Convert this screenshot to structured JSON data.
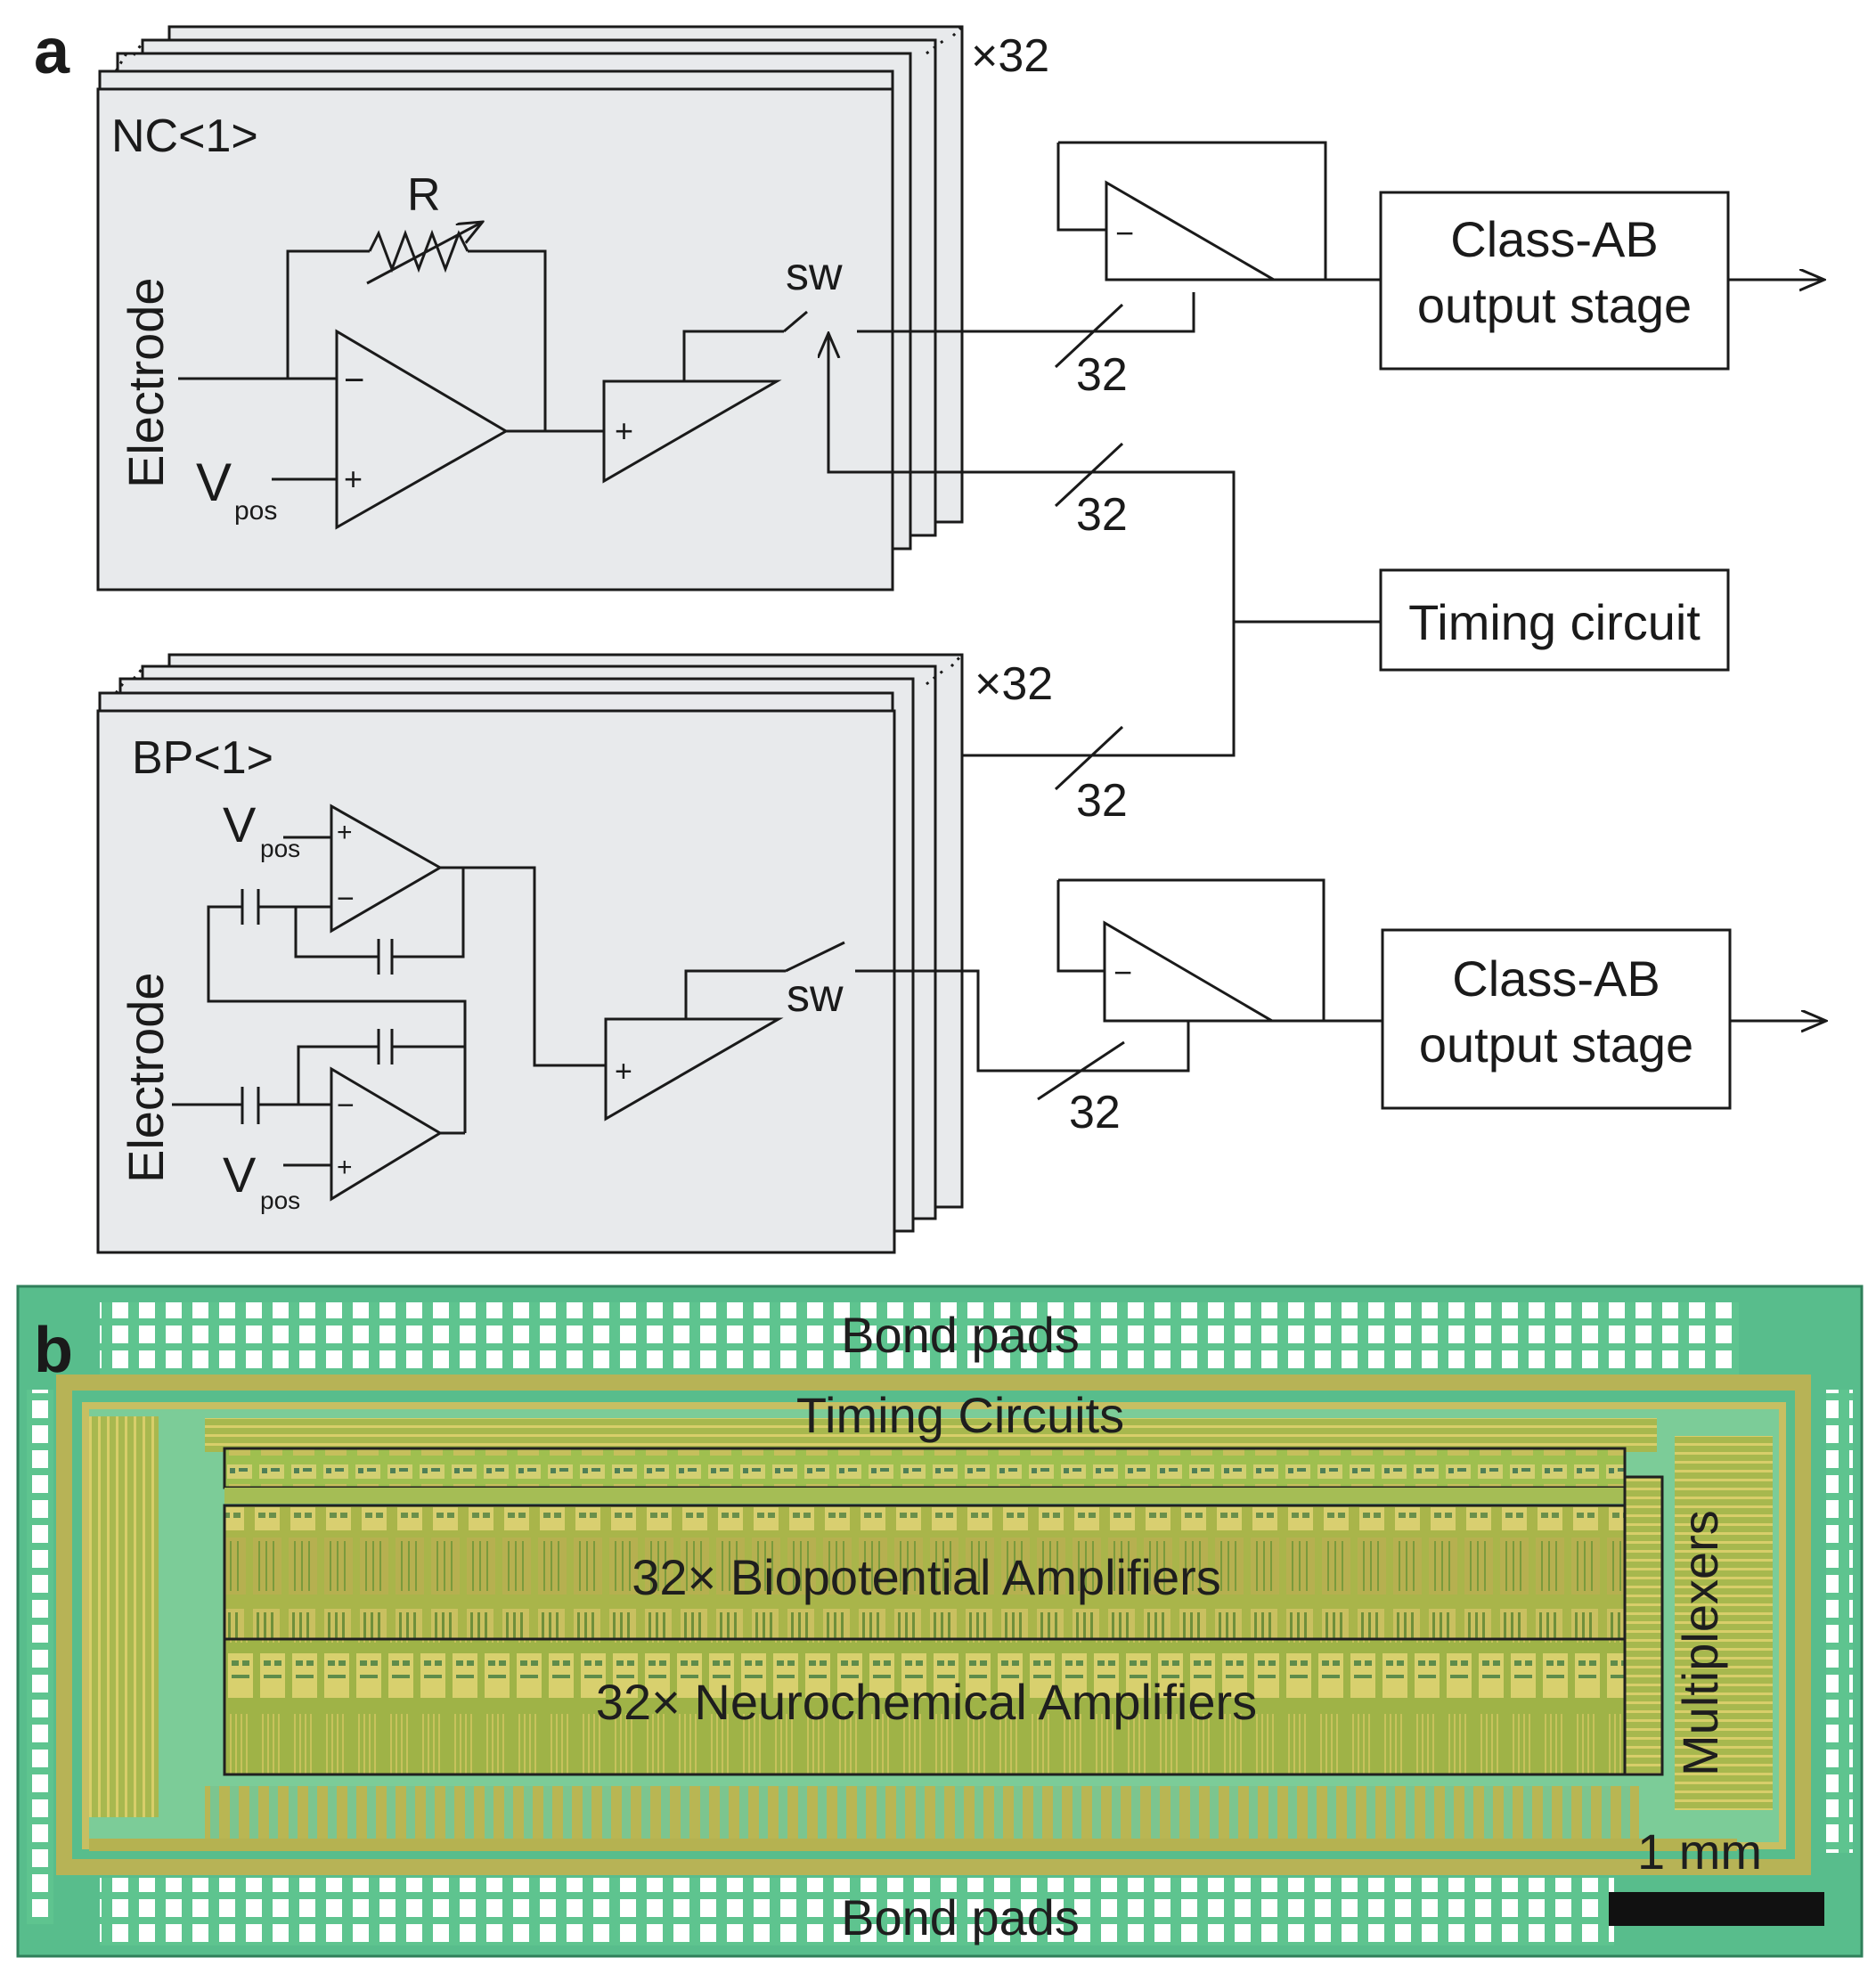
{
  "panel_a": {
    "letter": "a",
    "nc_block": {
      "title": "NC<1>",
      "stack": "×32",
      "input_label": "Electrode",
      "resistor_label": "R",
      "vpos_main": "V",
      "vpos_sub": "pos",
      "switch_label": "sw"
    },
    "bp_block": {
      "title": "BP<1>",
      "stack": "×32",
      "input_label": "Electrode",
      "vpos_main": "V",
      "vpos_sub": "pos",
      "switch_label": "sw"
    },
    "bus_width": "32",
    "output_stage_line1": "Class-AB",
    "output_stage_line2": "output stage",
    "timing_label": "Timing circuit",
    "opamp_minus": "−",
    "opamp_plus": "+"
  },
  "panel_b": {
    "letter": "b",
    "bond_pads": "Bond pads",
    "timing_circuits": "Timing Circuits",
    "bio_amplifiers": "32× Biopotential Amplifiers",
    "neuro_amplifiers": "32× Neurochemical Amplifiers",
    "multiplexers": "Multiplexers",
    "scale_bar": "1 mm"
  },
  "colors": {
    "block_fill": "#e8eaec",
    "stroke": "#1a1a1a",
    "chip_green": "#5fc08e",
    "chip_gold": "#b8a84a"
  }
}
